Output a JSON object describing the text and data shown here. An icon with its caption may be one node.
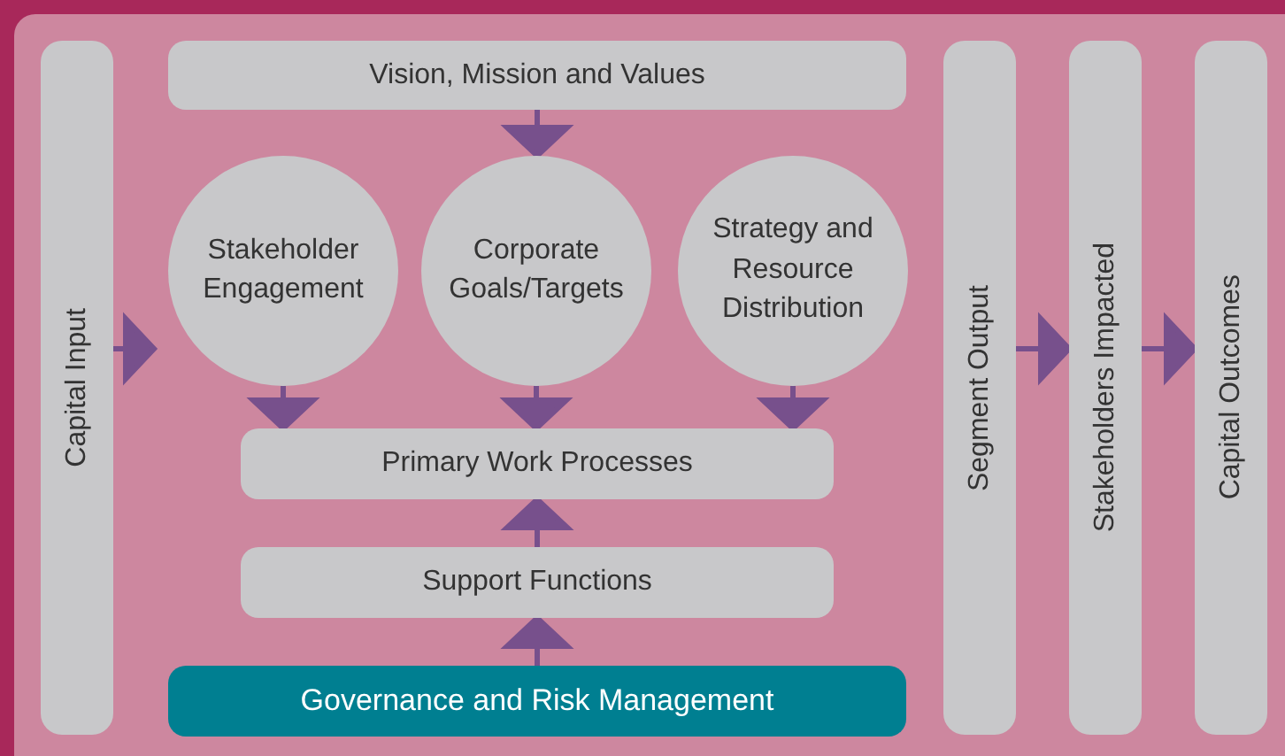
{
  "diagram": {
    "nodes": [
      {
        "text": [
          "Capital Input"
        ]
      },
      {
        "text": [
          "Vision, Mission and Values"
        ]
      },
      {
        "text": [
          "Stakeholder Engagement"
        ]
      },
      {
        "text": [
          "Corporate Goals/Targets"
        ]
      },
      {
        "text": [
          "Strategy and Resource Distribution"
        ]
      },
      {
        "text": [
          "Primary Work Processes"
        ]
      },
      {
        "text": [
          "Support Functions"
        ]
      },
      {
        "text": [
          "Governance and Risk Management"
        ]
      },
      {
        "text": [
          "Segment Output"
        ]
      },
      {
        "text": [
          "Stakeholders Impacted"
        ]
      },
      {
        "text": [
          "Capital Outcomes"
        ]
      }
    ],
    "edges": [
      {
        "from": 1,
        "to": 3,
        "arrow": "to"
      },
      {
        "from": 2,
        "to": 5,
        "arrow": "to"
      },
      {
        "from": 3,
        "to": 5,
        "arrow": "to"
      },
      {
        "from": 4,
        "to": 5,
        "arrow": "to"
      },
      {
        "from": 6,
        "to": 5,
        "arrow": "to"
      },
      {
        "from": 7,
        "to": 6,
        "arrow": "to"
      },
      {
        "from": 0,
        "to": null,
        "arrow": "to"
      },
      {
        "from": 8,
        "to": 9,
        "arrow": "to"
      },
      {
        "from": 9,
        "to": 10,
        "arrow": "to"
      }
    ]
  }
}
